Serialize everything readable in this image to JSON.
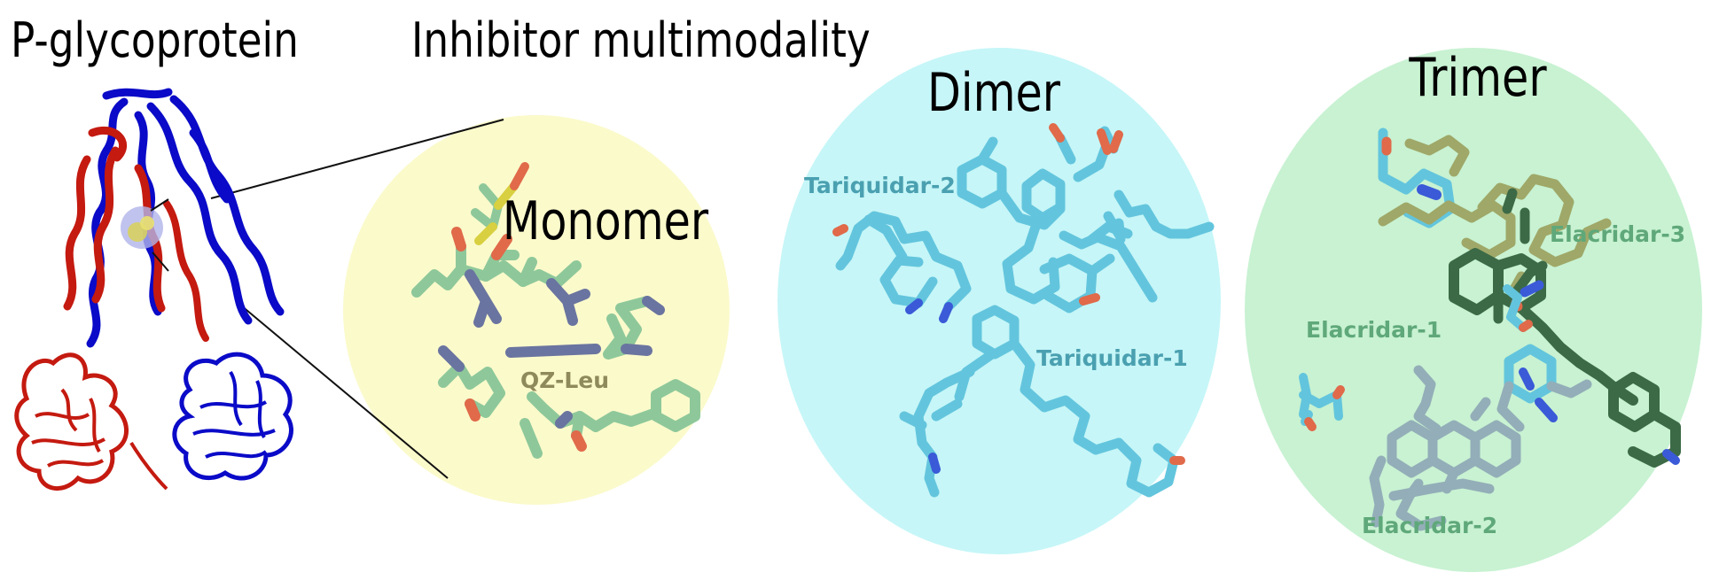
{
  "titles": {
    "protein": "P-glycoprotein",
    "section": "Inhibitor multimodality"
  },
  "panels": [
    {
      "id": "monomer",
      "title": "Monomer",
      "background": "#fbfacb",
      "labels": [
        {
          "text": "QZ-Leu",
          "color": "#8f8a5c"
        }
      ]
    },
    {
      "id": "dimer",
      "title": "Dimer",
      "background": "#c6f6f8",
      "labels": [
        {
          "text": "Tariquidar-2",
          "color": "#4aa0b0"
        },
        {
          "text": "Tariquidar-1",
          "color": "#4aa0b0"
        }
      ]
    },
    {
      "id": "trimer",
      "title": "Trimer",
      "background": "#c8f2d2",
      "labels": [
        {
          "text": "Elacridar-3",
          "color": "#5fa87a"
        },
        {
          "text": "Elacridar-1",
          "color": "#5fa87a"
        },
        {
          "text": "Elacridar-2",
          "color": "#5fa87a"
        }
      ]
    }
  ],
  "colors": {
    "protein_chain_a": "#0a0ac8",
    "protein_chain_b": "#c41a10",
    "ligand_green": "#8ec89a",
    "ligand_slate": "#6a74a0",
    "ligand_cyan": "#63c5dd",
    "ligand_olive": "#9fa868",
    "ligand_darkgreen": "#3c6a46",
    "ligand_bluegray": "#93aeb8",
    "atom_oxygen": "#e06a4a",
    "atom_nitrogen": "#3a5ad8",
    "atom_sulfur": "#d8d040"
  }
}
